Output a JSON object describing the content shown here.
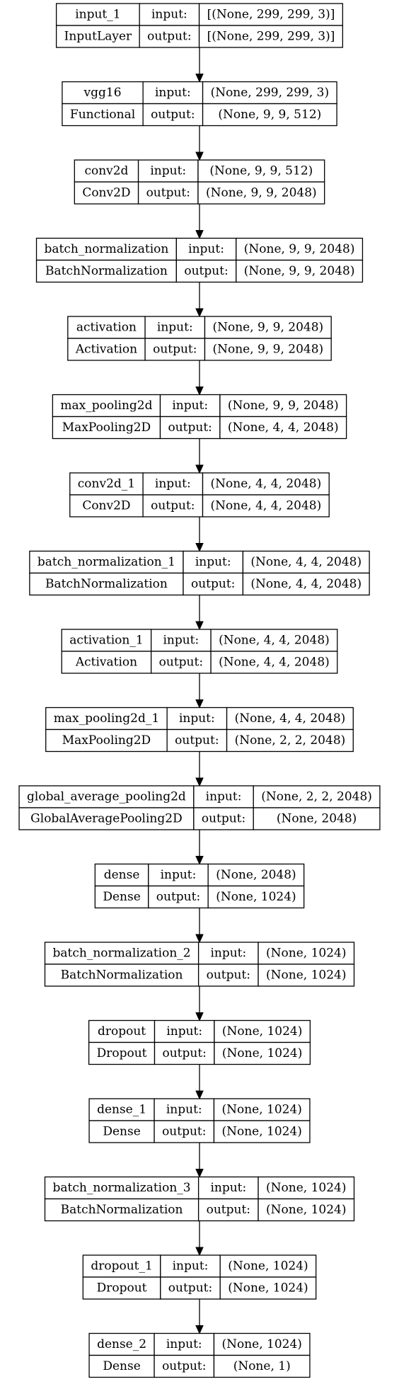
{
  "diagram": {
    "labels": {
      "input": "input:",
      "output": "output:"
    },
    "nodes": [
      {
        "name": "input_1",
        "type": "InputLayer",
        "input": "[(None, 299, 299, 3)]",
        "output": "[(None, 299, 299, 3)]"
      },
      {
        "name": "vgg16",
        "type": "Functional",
        "input": "(None, 299, 299, 3)",
        "output": "(None, 9, 9, 512)"
      },
      {
        "name": "conv2d",
        "type": "Conv2D",
        "input": "(None, 9, 9, 512)",
        "output": "(None, 9, 9, 2048)"
      },
      {
        "name": "batch_normalization",
        "type": "BatchNormalization",
        "input": "(None, 9, 9, 2048)",
        "output": "(None, 9, 9, 2048)"
      },
      {
        "name": "activation",
        "type": "Activation",
        "input": "(None, 9, 9, 2048)",
        "output": "(None, 9, 9, 2048)"
      },
      {
        "name": "max_pooling2d",
        "type": "MaxPooling2D",
        "input": "(None, 9, 9, 2048)",
        "output": "(None, 4, 4, 2048)"
      },
      {
        "name": "conv2d_1",
        "type": "Conv2D",
        "input": "(None, 4, 4, 2048)",
        "output": "(None, 4, 4, 2048)"
      },
      {
        "name": "batch_normalization_1",
        "type": "BatchNormalization",
        "input": "(None, 4, 4, 2048)",
        "output": "(None, 4, 4, 2048)"
      },
      {
        "name": "activation_1",
        "type": "Activation",
        "input": "(None, 4, 4, 2048)",
        "output": "(None, 4, 4, 2048)"
      },
      {
        "name": "max_pooling2d_1",
        "type": "MaxPooling2D",
        "input": "(None, 4, 4, 2048)",
        "output": "(None, 2, 2, 2048)"
      },
      {
        "name": "global_average_pooling2d",
        "type": "GlobalAveragePooling2D",
        "input": "(None, 2, 2, 2048)",
        "output": "(None, 2048)"
      },
      {
        "name": "dense",
        "type": "Dense",
        "input": "(None, 2048)",
        "output": "(None, 1024)"
      },
      {
        "name": "batch_normalization_2",
        "type": "BatchNormalization",
        "input": "(None, 1024)",
        "output": "(None, 1024)"
      },
      {
        "name": "dropout",
        "type": "Dropout",
        "input": "(None, 1024)",
        "output": "(None, 1024)"
      },
      {
        "name": "dense_1",
        "type": "Dense",
        "input": "(None, 1024)",
        "output": "(None, 1024)"
      },
      {
        "name": "batch_normalization_3",
        "type": "BatchNormalization",
        "input": "(None, 1024)",
        "output": "(None, 1024)"
      },
      {
        "name": "dropout_1",
        "type": "Dropout",
        "input": "(None, 1024)",
        "output": "(None, 1024)"
      },
      {
        "name": "dense_2",
        "type": "Dense",
        "input": "(None, 1024)",
        "output": "(None, 1)"
      }
    ]
  }
}
